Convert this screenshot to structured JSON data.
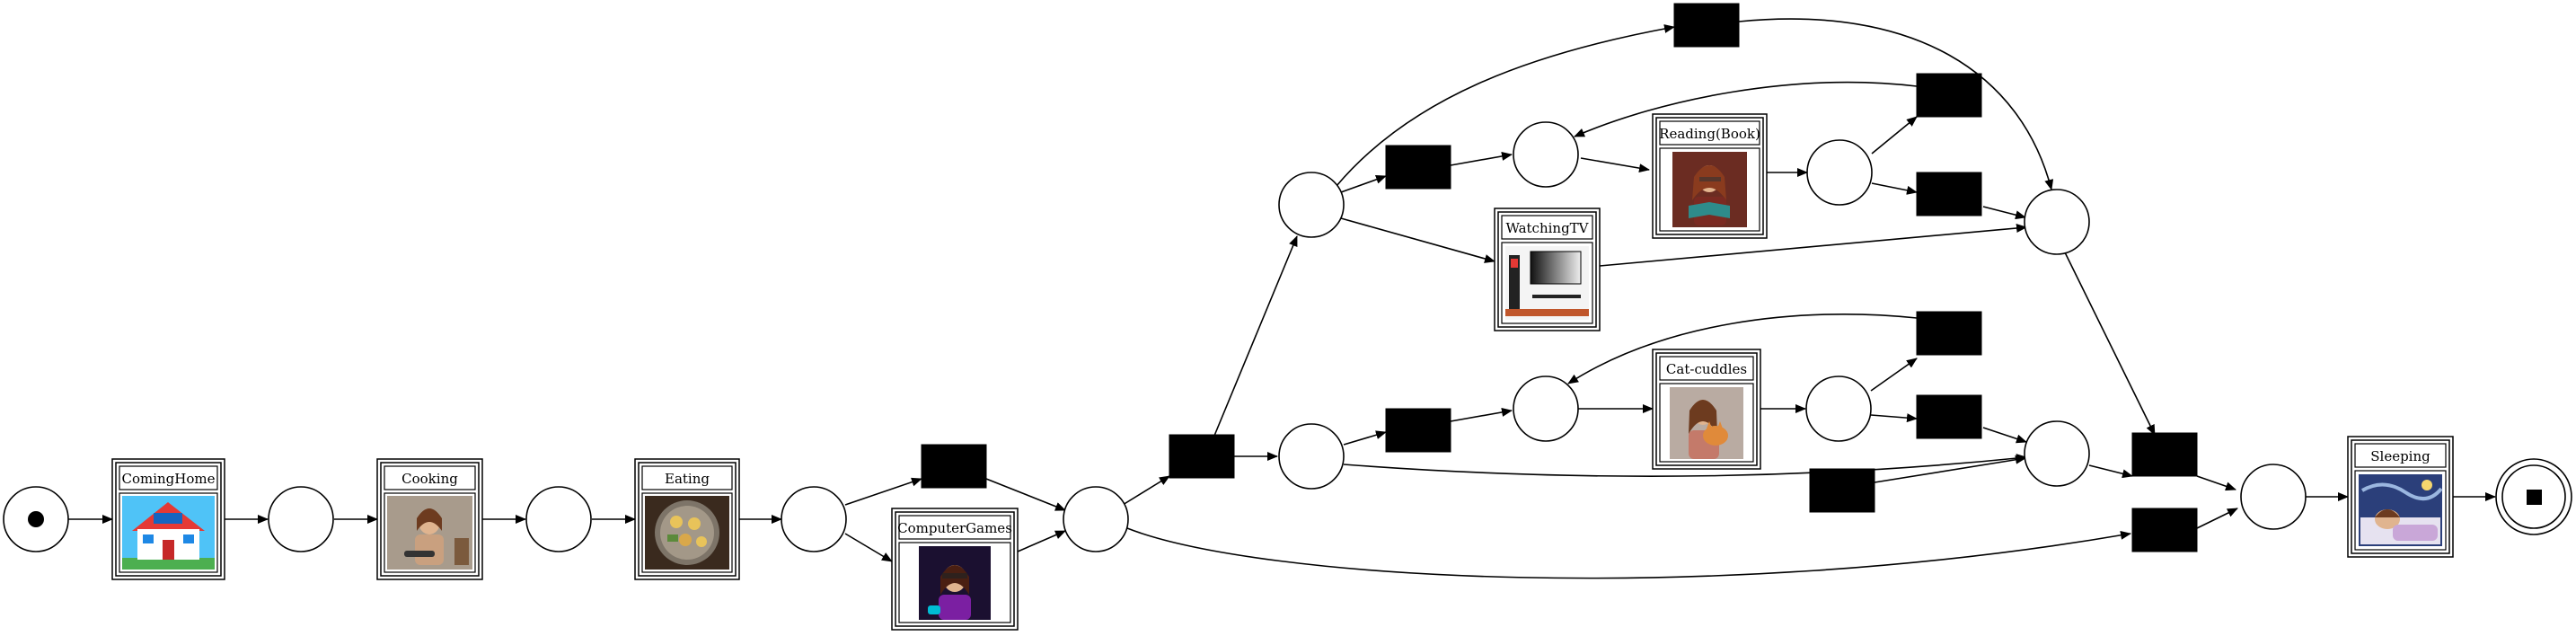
{
  "colors": {
    "stroke": "#000000",
    "transition_fill": "#000000",
    "background": "#ffffff"
  },
  "activities": {
    "coming_home": {
      "label": "ComingHome",
      "icon": "house-icon"
    },
    "cooking": {
      "label": "Cooking",
      "icon": "cooking-woman-icon"
    },
    "eating": {
      "label": "Eating",
      "icon": "plate-of-food-icon"
    },
    "computer_games": {
      "label": "ComputerGames",
      "icon": "gamer-woman-icon"
    },
    "reading_book": {
      "label": "Reading(Book)",
      "icon": "reading-woman-icon"
    },
    "watching_tv": {
      "label": "WatchingTV",
      "icon": "television-icon"
    },
    "cat_cuddles": {
      "label": "Cat-cuddles",
      "icon": "woman-with-cat-icon"
    },
    "sleeping": {
      "label": "Sleeping",
      "icon": "sleeping-woman-icon"
    }
  }
}
